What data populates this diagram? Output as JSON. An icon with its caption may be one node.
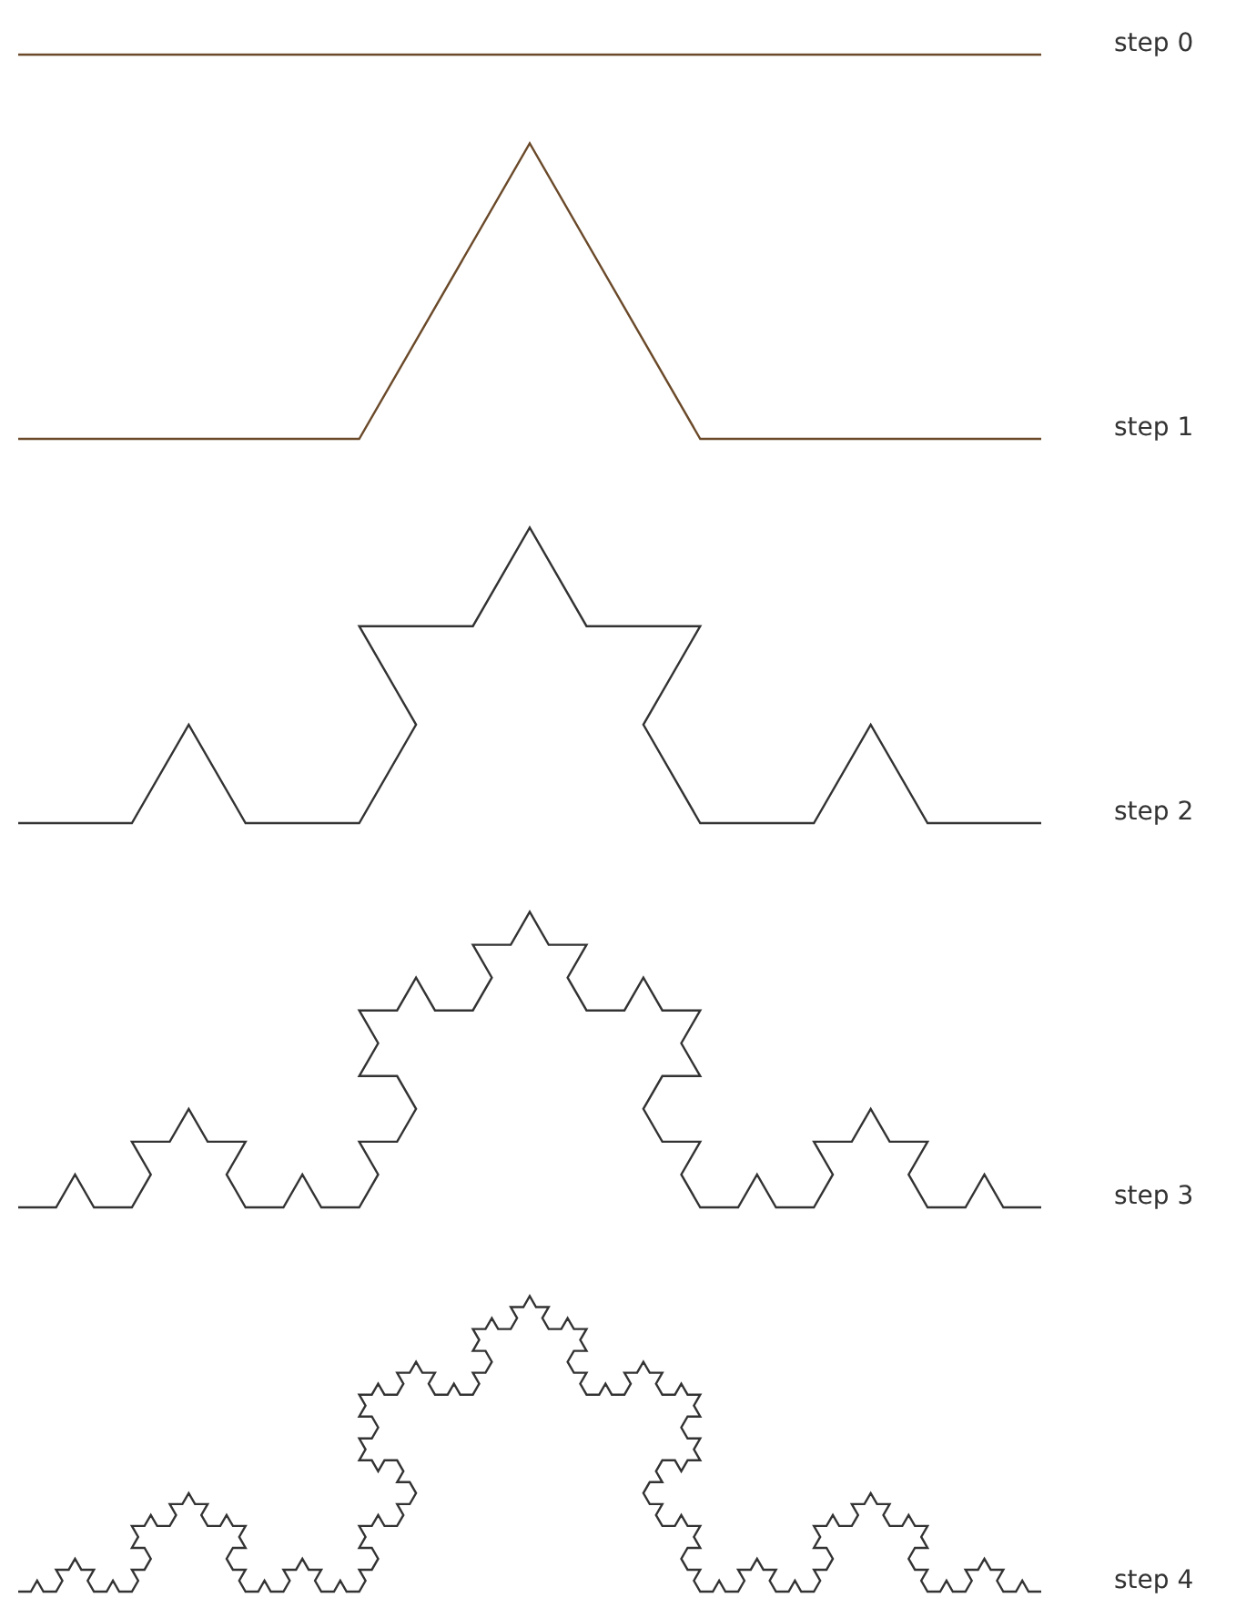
{
  "diagram": {
    "labels": [
      "step 0",
      "step 1",
      "step 2",
      "step 3",
      "step 4"
    ]
  }
}
